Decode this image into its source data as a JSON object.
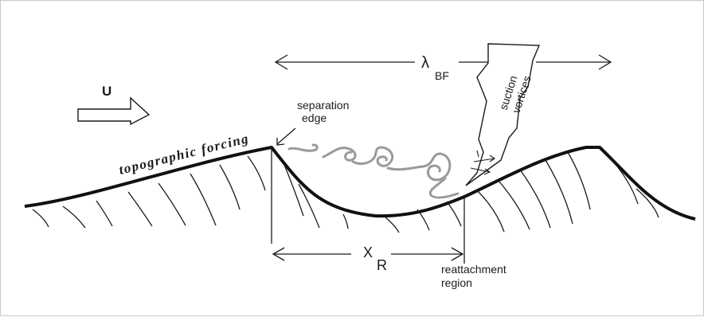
{
  "figure": {
    "flow_label": "U",
    "wavelength_symbol": "λ",
    "wavelength_subscript": "BF",
    "suction_line1": "suction",
    "suction_line2": "vortices",
    "separation_line1": "separation",
    "separation_line2": "edge",
    "forcing_label": "topographic forcing",
    "reattach_symbol": "X",
    "reattach_subscript": "R",
    "reattach_line1": "reattachment",
    "reattach_line2": "region"
  },
  "colors": {
    "ground": "#111111",
    "hatch": "#1a1a1a",
    "vortex": "#9a9a9a",
    "border": "#c9c9c9"
  }
}
